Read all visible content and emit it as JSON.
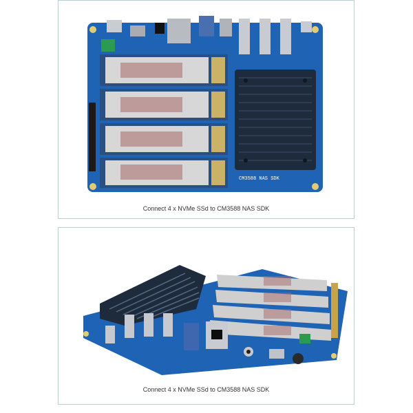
{
  "cards": [
    {
      "caption": "Connect 4 x NVMe SSd to CM3588 NAS SDK"
    },
    {
      "caption": "Connect 4 x NVMe SSd to CM3588 NAS SDK"
    }
  ],
  "board": {
    "silkscreen": "CM3588 NAS SDK",
    "pcb_color": "#1f63b4",
    "heatsink_color": "#1e2b3c"
  }
}
